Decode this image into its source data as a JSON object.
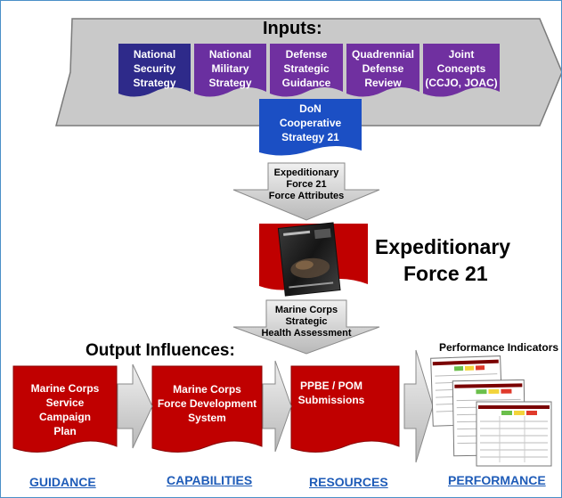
{
  "inputs": {
    "title": "Inputs:",
    "docs": [
      {
        "label": "National\nSecurity\nStrategy",
        "color": "#2e2a8a"
      },
      {
        "label": "National\nMilitary\nStrategy",
        "color": "#6a2fa0"
      },
      {
        "label": "Defense\nStrategic\nGuidance",
        "color": "#7030a0"
      },
      {
        "label": "Quadrennial\nDefense\nReview",
        "color": "#7030a0"
      },
      {
        "label": "Joint\nConcepts\n(CCJO, JOAC)",
        "color": "#7030a0"
      }
    ],
    "don": {
      "label": "DoN\nCooperative\nStrategy 21",
      "color": "#1b4fc4"
    }
  },
  "arrow1_label": "Expeditionary\nForce 21\nForce Attributes",
  "ef21": {
    "title_line1": "Expeditionary",
    "title_line2": "Force 21"
  },
  "arrow2_label": "Marine Corps\nStrategic\nHealth Assessment",
  "outputs_title": "Output Influences:",
  "outputs": [
    {
      "label": "Marine Corps\nService\nCampaign\nPlan",
      "link": "GUIDANCE"
    },
    {
      "label": "Marine Corps\nForce Development\nSystem",
      "link": "CAPABILITIES"
    },
    {
      "label": "PPBE / POM\nSubmissions",
      "link": "RESOURCES"
    }
  ],
  "performance": {
    "header": "Performance Indicators",
    "link": "PERFORMANCE"
  },
  "colors": {
    "red": "#c00000",
    "gray": "#d0d0d0",
    "link": "#1f5cb8"
  }
}
